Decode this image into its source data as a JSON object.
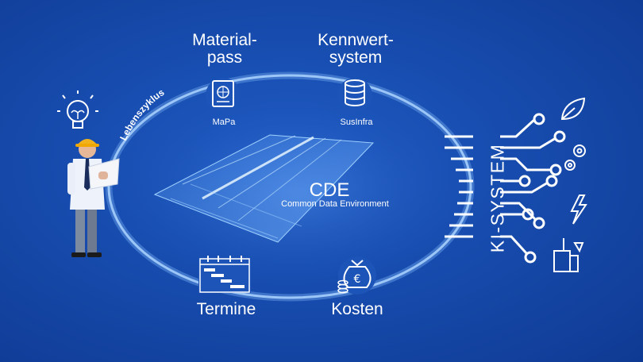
{
  "cycle_label": "Lebenszyklus",
  "nodes": {
    "materialpass": {
      "title_line1": "Material-",
      "title_line2": "pass",
      "sub": "MaPa",
      "icon": "passport-icon"
    },
    "kennwertsystem": {
      "title_line1": "Kennwert-",
      "title_line2": "system",
      "sub": "SusInfra",
      "icon": "database-icon"
    },
    "termine": {
      "title": "Termine",
      "icon": "gantt-chart-icon"
    },
    "kosten": {
      "title": "Kosten",
      "icon": "money-bag-icon"
    }
  },
  "center": {
    "title": "CDE",
    "subtitle": "Common Data Environment"
  },
  "ki_system": {
    "label": "KI-SYSTEM",
    "icons": [
      "leaf-icon",
      "gears-icon",
      "lightning-icon",
      "construction-tools-icon"
    ]
  },
  "person": {
    "icon": "engineer-with-plan-icon",
    "idea_icon": "lightbulb-icon"
  },
  "colors": {
    "background": "#174cae",
    "ring": "#7fb2ee",
    "text": "#ffffff"
  }
}
